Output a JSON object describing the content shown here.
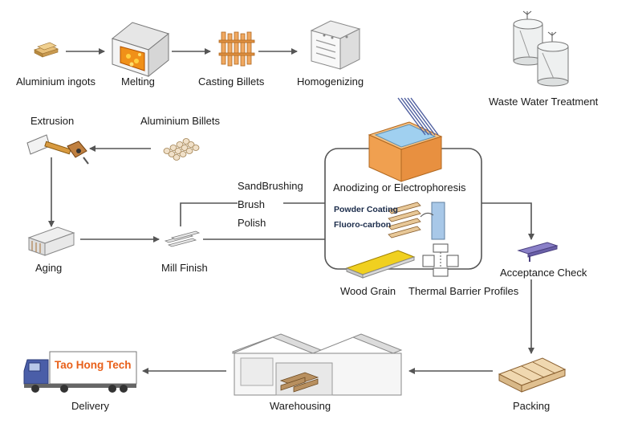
{
  "labels": {
    "aluminium_ingots": "Aluminium ingots",
    "melting": "Melting",
    "casting_billets": "Casting Billets",
    "homogenizing": "Homogenizing",
    "waste_water": "Waste Water Treatment",
    "extrusion": "Extrusion",
    "aluminium_billets": "Aluminium Billets",
    "aging": "Aging",
    "mill_finish": "Mill Finish",
    "sandbrushing": "SandBrushing",
    "brush": "Brush",
    "polish": "Polish",
    "anodizing": "Anodizing or Electrophoresis",
    "powder_coating": "Powder Coating",
    "fluoro_carbon": "Fluoro-carbon",
    "wood_grain": "Wood Grain",
    "thermal_barrier": "Thermal Barrier Profiles",
    "acceptance_check": "Acceptance Check",
    "packing": "Packing",
    "warehousing": "Warehousing",
    "delivery": "Delivery",
    "truck_brand": "Tao Hong Tech"
  },
  "colors": {
    "arrow": "#555555",
    "brand_orange": "#e8601a",
    "tank_orange": "#f0a050",
    "coating_blue": "#1a2b4a"
  }
}
